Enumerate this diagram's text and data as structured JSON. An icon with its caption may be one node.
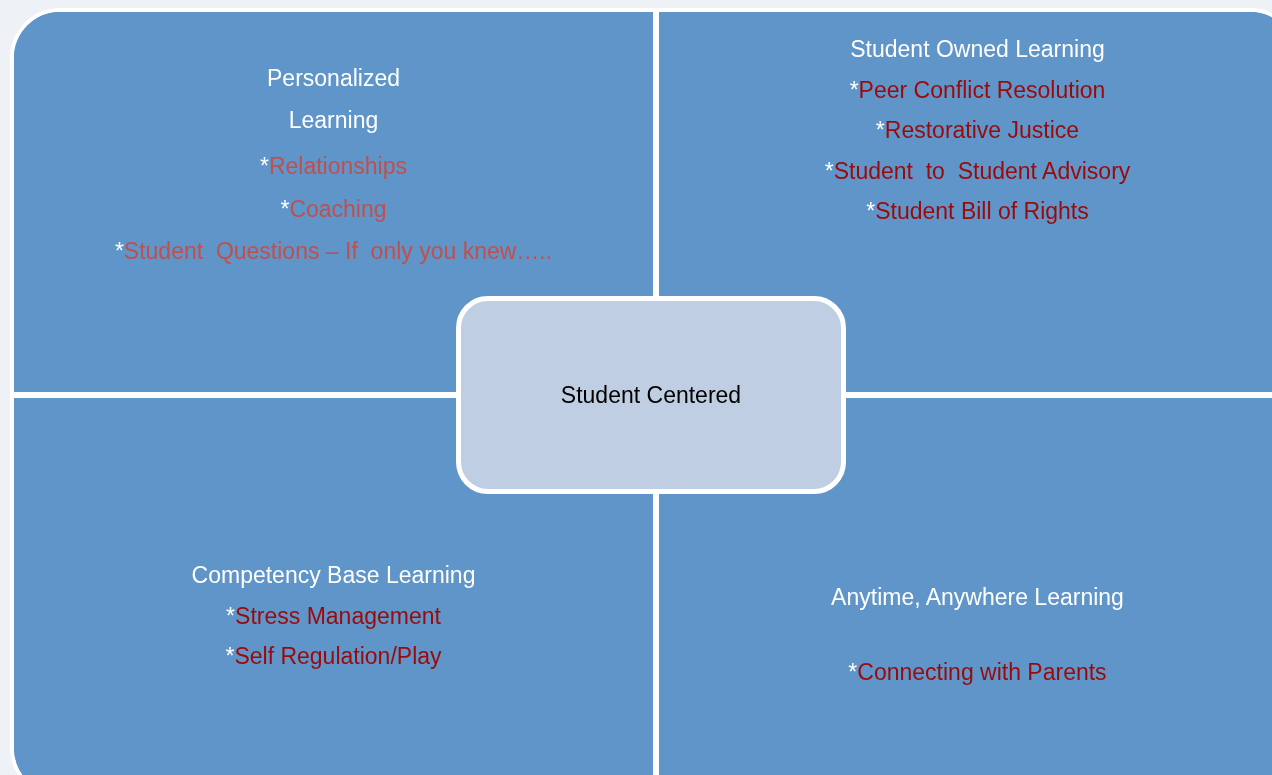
{
  "diagram": {
    "nodes": [
      {
        "text": [
          "Personalized Learning",
          "*Relationships",
          "*Coaching",
          "*Student  Questions – If  only you knew….."
        ]
      },
      {
        "text": [
          "Student Owned Learning",
          "*Peer Conflict Resolution",
          "*Restorative Justice",
          "*Student  to  Student Advisory",
          "*Student Bill of Rights"
        ]
      },
      {
        "text": [
          "Competency Base Learning",
          "*Stress Management",
          "*Self Regulation/Play"
        ]
      },
      {
        "text": [
          "Anytime, Anywhere Learning",
          "*Connecting with Parents"
        ]
      },
      {
        "text": [
          "Student Centered"
        ]
      }
    ]
  }
}
